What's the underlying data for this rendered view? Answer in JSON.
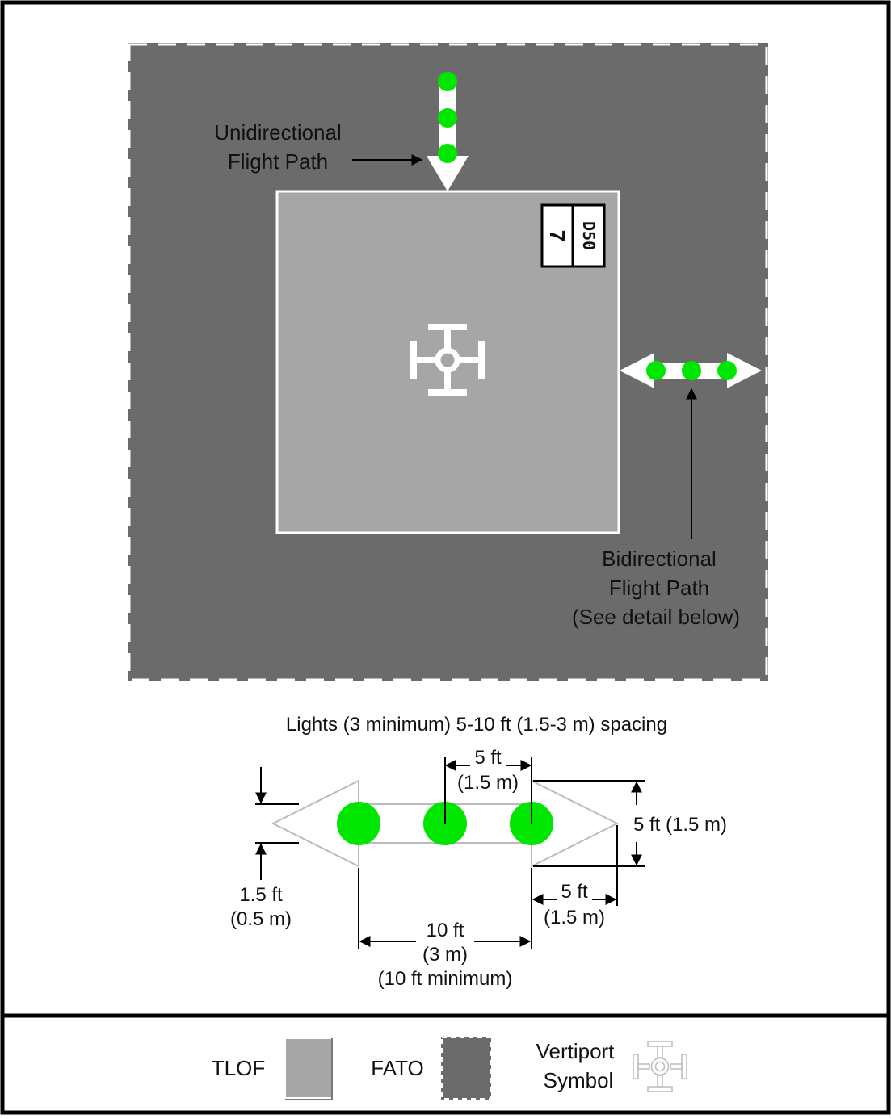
{
  "labels": {
    "unidirectional_line1": "Unidirectional",
    "unidirectional_line2": "Flight Path",
    "bidirectional_line1": "Bidirectional",
    "bidirectional_line2": "Flight Path",
    "bidirectional_line3": "(See detail below)",
    "tlof_marking_weight": "7",
    "tlof_marking_dvalue": "D50"
  },
  "detail": {
    "title": "Lights (3 minimum) 5-10 ft (1.5-3 m) spacing",
    "spacing_ft": "5 ft",
    "spacing_m": "(1.5 m)",
    "width_label": "5 ft (1.5 m)",
    "stem_ft": "1.5 ft",
    "stem_m": "(0.5 m)",
    "head_ft": "5 ft",
    "head_m": "(1.5 m)",
    "length_ft": "10 ft",
    "length_m": "(3 m)",
    "length_min": "(10 ft minimum)"
  },
  "legend": {
    "tlof": "TLOF",
    "fato": "FATO",
    "vertiport_line1": "Vertiport",
    "vertiport_line2": "Symbol"
  },
  "colors": {
    "fato": "#6b6b6b",
    "tlof": "#a6a6a6",
    "light": "#00e600",
    "path": "#ffffff",
    "outline": "#bbbbbb"
  }
}
